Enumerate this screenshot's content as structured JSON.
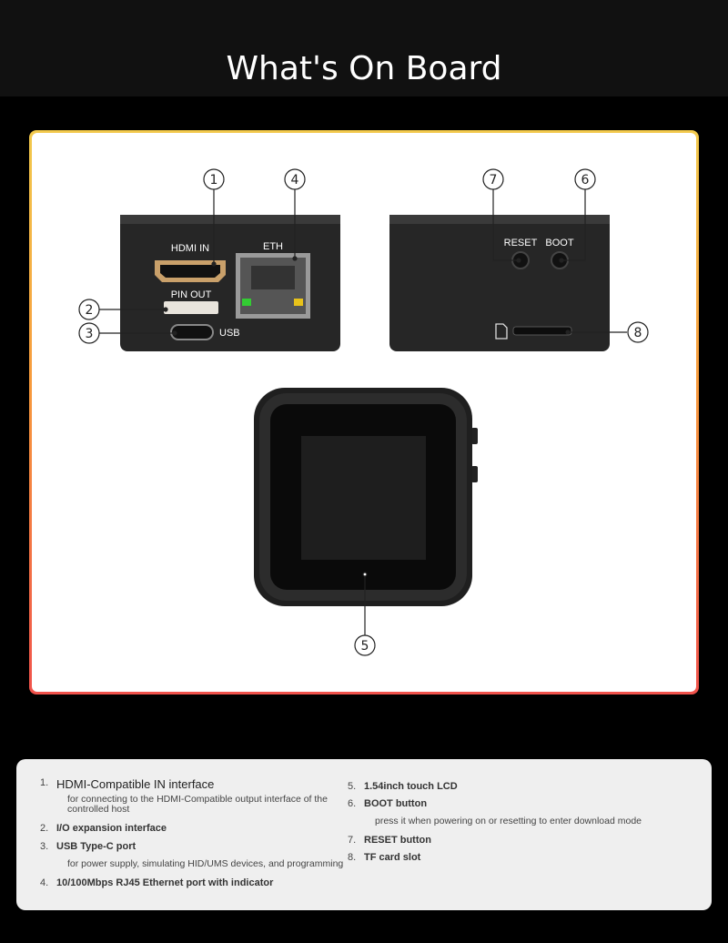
{
  "page": {
    "title": "What's On Board"
  },
  "device_labels": {
    "hdmi_in": "HDMI IN",
    "eth": "ETH",
    "pin_out": "PIN OUT",
    "usb": "USB",
    "reset": "RESET",
    "boot": "BOOT"
  },
  "callouts": [
    "1",
    "2",
    "3",
    "4",
    "5",
    "6",
    "7",
    "8"
  ],
  "legend": {
    "left": [
      {
        "num": "1.",
        "title": "HDMI-Compatible IN interface",
        "desc": "for connecting to the HDMI-Compatible output interface of the controlled host"
      },
      {
        "num": "2.",
        "title": "I/O expansion interface",
        "desc": ""
      },
      {
        "num": "3.",
        "title": "USB Type-C port",
        "desc": "for power supply, simulating HID/UMS devices, and programming"
      },
      {
        "num": "4.",
        "title": "10/100Mbps RJ45 Ethernet port with indicator",
        "desc": ""
      }
    ],
    "right": [
      {
        "num": "5.",
        "title": "1.54inch touch LCD",
        "desc": ""
      },
      {
        "num": "6.",
        "title": "BOOT button",
        "desc": "press it when powering on or resetting to enter download mode"
      },
      {
        "num": "7.",
        "title": "RESET button",
        "desc": ""
      },
      {
        "num": "8.",
        "title": "TF card slot",
        "desc": ""
      }
    ]
  }
}
